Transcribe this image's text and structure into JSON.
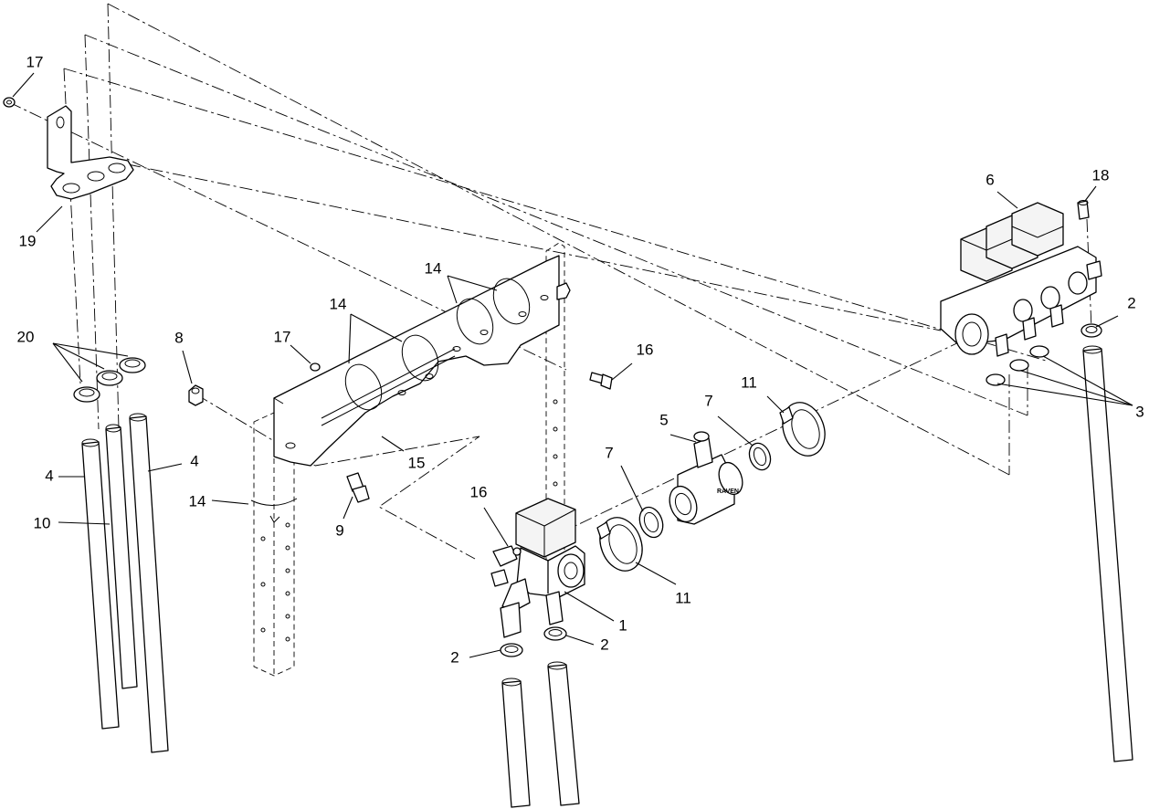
{
  "callouts": [
    {
      "id": "c17a",
      "label": "17"
    },
    {
      "id": "c19",
      "label": "19"
    },
    {
      "id": "c20",
      "label": "20"
    },
    {
      "id": "c4a",
      "label": "4"
    },
    {
      "id": "c4b",
      "label": "4"
    },
    {
      "id": "c10",
      "label": "10"
    },
    {
      "id": "c8",
      "label": "8"
    },
    {
      "id": "c17b",
      "label": "17"
    },
    {
      "id": "c14a",
      "label": "14"
    },
    {
      "id": "c14b",
      "label": "14"
    },
    {
      "id": "c14c",
      "label": "14"
    },
    {
      "id": "c15",
      "label": "15"
    },
    {
      "id": "c9",
      "label": "9"
    },
    {
      "id": "c16a",
      "label": "16"
    },
    {
      "id": "c16b",
      "label": "16"
    },
    {
      "id": "c1",
      "label": "1"
    },
    {
      "id": "c2a",
      "label": "2"
    },
    {
      "id": "c2b",
      "label": "2"
    },
    {
      "id": "c2c",
      "label": "2"
    },
    {
      "id": "c11a",
      "label": "11"
    },
    {
      "id": "c11b",
      "label": "11"
    },
    {
      "id": "c7a",
      "label": "7"
    },
    {
      "id": "c7b",
      "label": "7"
    },
    {
      "id": "c5",
      "label": "5"
    },
    {
      "id": "c6",
      "label": "6"
    },
    {
      "id": "c18",
      "label": "18"
    },
    {
      "id": "c3",
      "label": "3"
    }
  ],
  "flowmeter_brand": "RAVEN"
}
